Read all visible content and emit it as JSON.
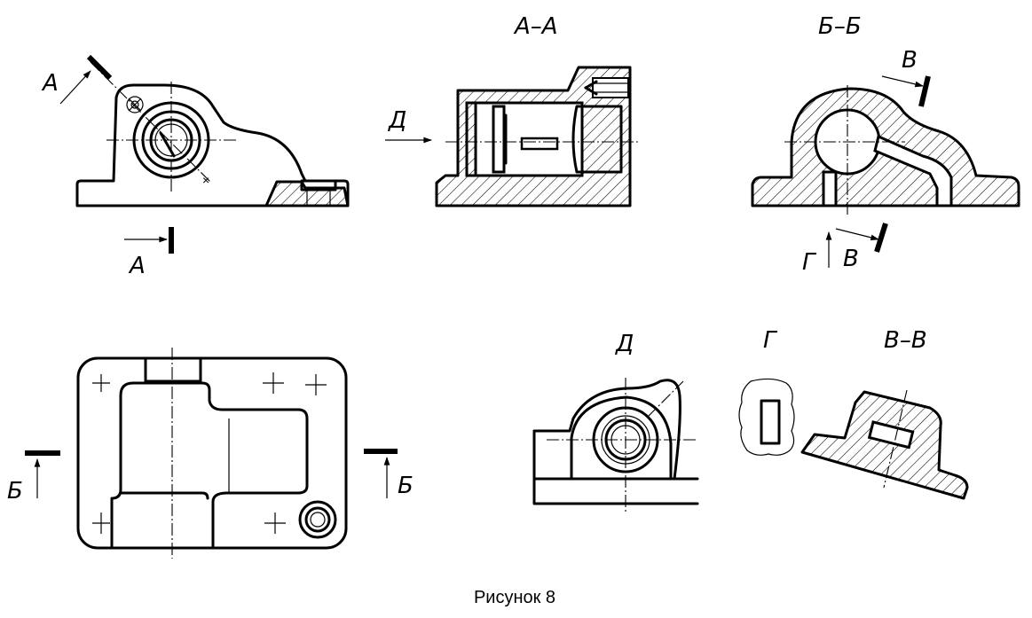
{
  "caption": "Рисунок 8",
  "labels": {
    "section_aa_title": "А–А",
    "section_bb_title": "Б–Б",
    "view_d_title": "Д",
    "view_g_title": "Г",
    "section_vv_title": "В–В",
    "cut_a_top": "А",
    "cut_a_bottom": "А",
    "arrow_d": "Д",
    "cut_v_top": "В",
    "cut_v_bottom": "В",
    "arrow_g": "Г",
    "cut_b_left": "Б",
    "cut_b_right": "Б"
  },
  "colors": {
    "ink": "#000000",
    "paper": "#ffffff"
  }
}
